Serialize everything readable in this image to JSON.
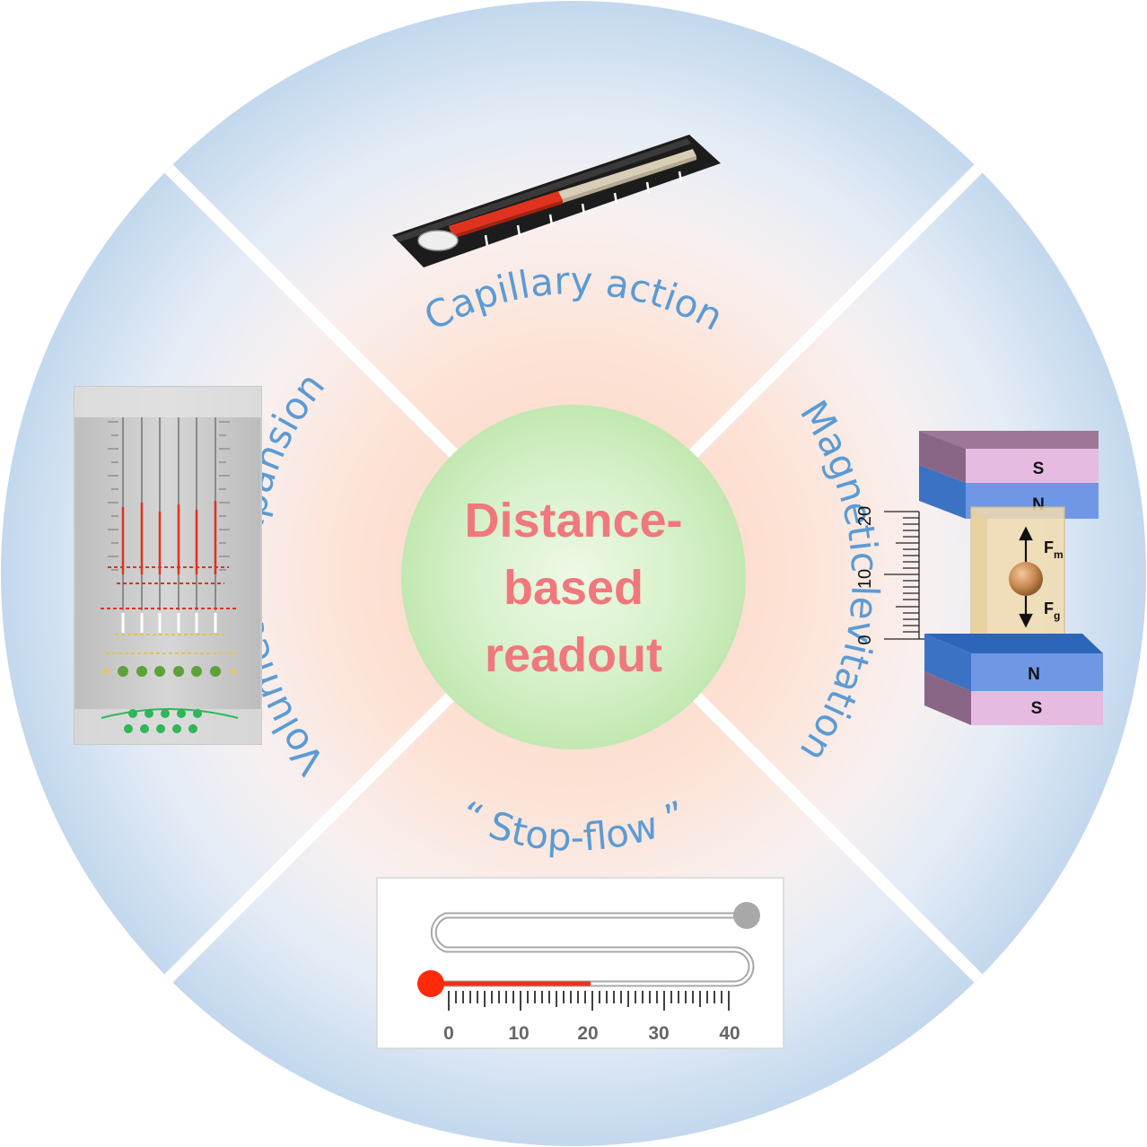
{
  "center": {
    "line1": "Distance-",
    "line2": "based",
    "line3": "readout"
  },
  "quadrants": {
    "top": "Capillary action",
    "right": "Magnetic levitation",
    "bottom": "“ Stop-flow ”",
    "left": "Volumetric expansion"
  },
  "magnet": {
    "top_pole_upper": "S",
    "top_pole_lower": "N",
    "bottom_pole_upper": "N",
    "bottom_pole_lower": "S",
    "force_up": "F",
    "force_up_sub": "m",
    "force_down": "F",
    "force_down_sub": "g",
    "ruler_labels": [
      "20",
      "10",
      "0"
    ]
  },
  "stopflow": {
    "scale_labels": [
      "0",
      "10",
      "20",
      "30",
      "40"
    ]
  },
  "colors": {
    "label_blue": "#5b9bd5",
    "center_text": "#f0787c",
    "center_circle": "#cdeec0",
    "outer_ring": "#c5d9ee",
    "fluid_red": "#e8341c"
  }
}
